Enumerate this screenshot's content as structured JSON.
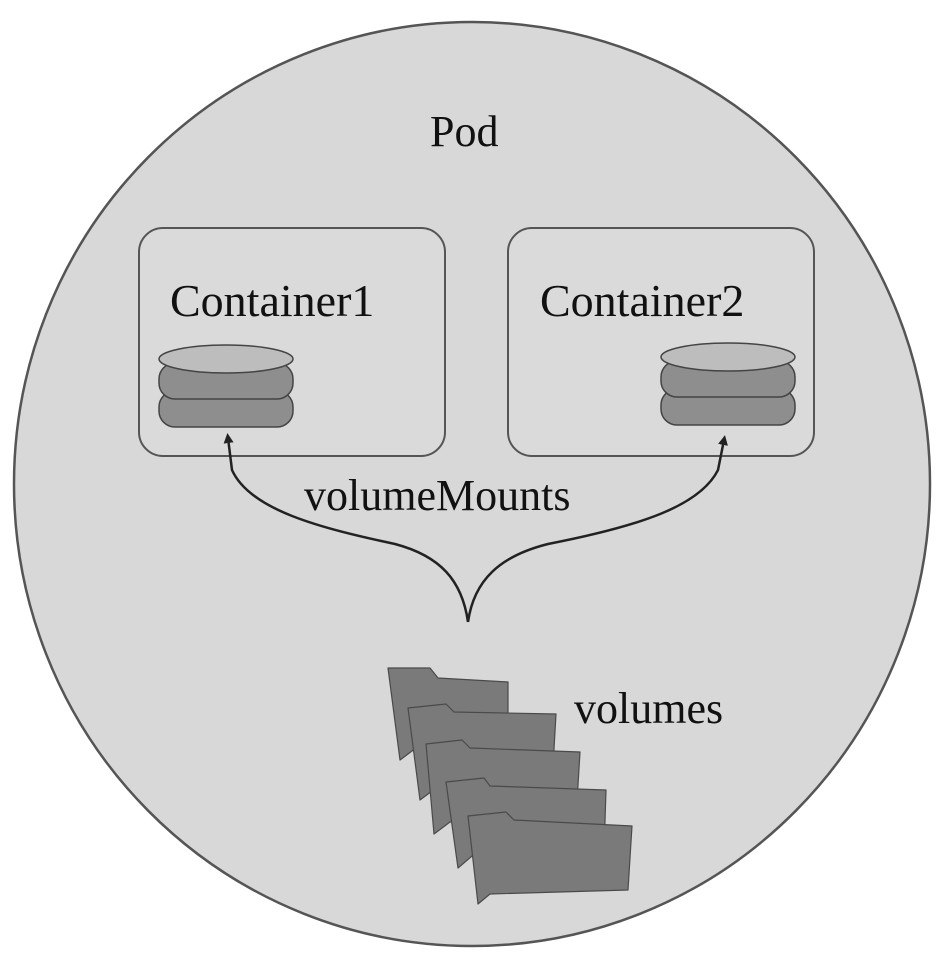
{
  "pod": {
    "label": "Pod",
    "fill_color": "#d8d8d8",
    "border_color": "#555555"
  },
  "containers": [
    {
      "label": "Container1",
      "icon": "database-icon"
    },
    {
      "label": "Container2",
      "icon": "database-icon"
    }
  ],
  "volume_mounts": {
    "label": "volumeMounts"
  },
  "volumes": {
    "label": "volumes",
    "icon": "folder-stack-icon",
    "color": "#7a7a7a"
  }
}
